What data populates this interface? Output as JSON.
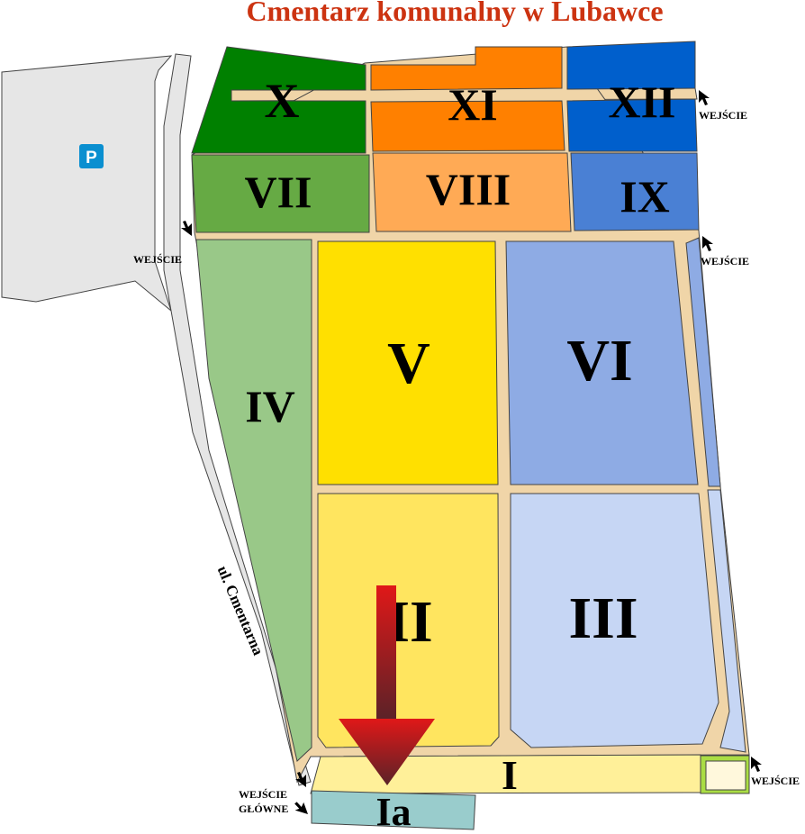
{
  "title": "Cmentarz komunalny w Lubawce",
  "parking_label": "P",
  "street_label": "ul. Cmentarna",
  "sectors": {
    "X": {
      "label": "X",
      "color": "#008000"
    },
    "XI": {
      "label": "XI",
      "color": "#ff8000"
    },
    "XII": {
      "label": "XII",
      "color": "#005fcc"
    },
    "VII": {
      "label": "VII",
      "color": "#66aa44"
    },
    "VIII": {
      "label": "VIII",
      "color": "#ffaa55"
    },
    "IX": {
      "label": "IX",
      "color": "#4a80d4"
    },
    "IV": {
      "label": "IV",
      "color": "#99c888"
    },
    "V": {
      "label": "V",
      "color": "#ffe000"
    },
    "VI": {
      "label": "VI",
      "color": "#8eabe4"
    },
    "II": {
      "label": "II",
      "color": "#ffe55f"
    },
    "III": {
      "label": "III",
      "color": "#c6d6f4"
    },
    "I": {
      "label": "I",
      "color": "#fff099"
    },
    "Ia": {
      "label": "Ia",
      "color": "#99cccc"
    }
  },
  "entrances": {
    "top_right": "WEJŚCIE",
    "left": "WEJŚCIE",
    "right_middle": "WEJŚCIE",
    "bottom_right": "WEJŚCIE",
    "main_line1": "WEJŚCIE",
    "main_line2": "GŁÓWNE"
  }
}
